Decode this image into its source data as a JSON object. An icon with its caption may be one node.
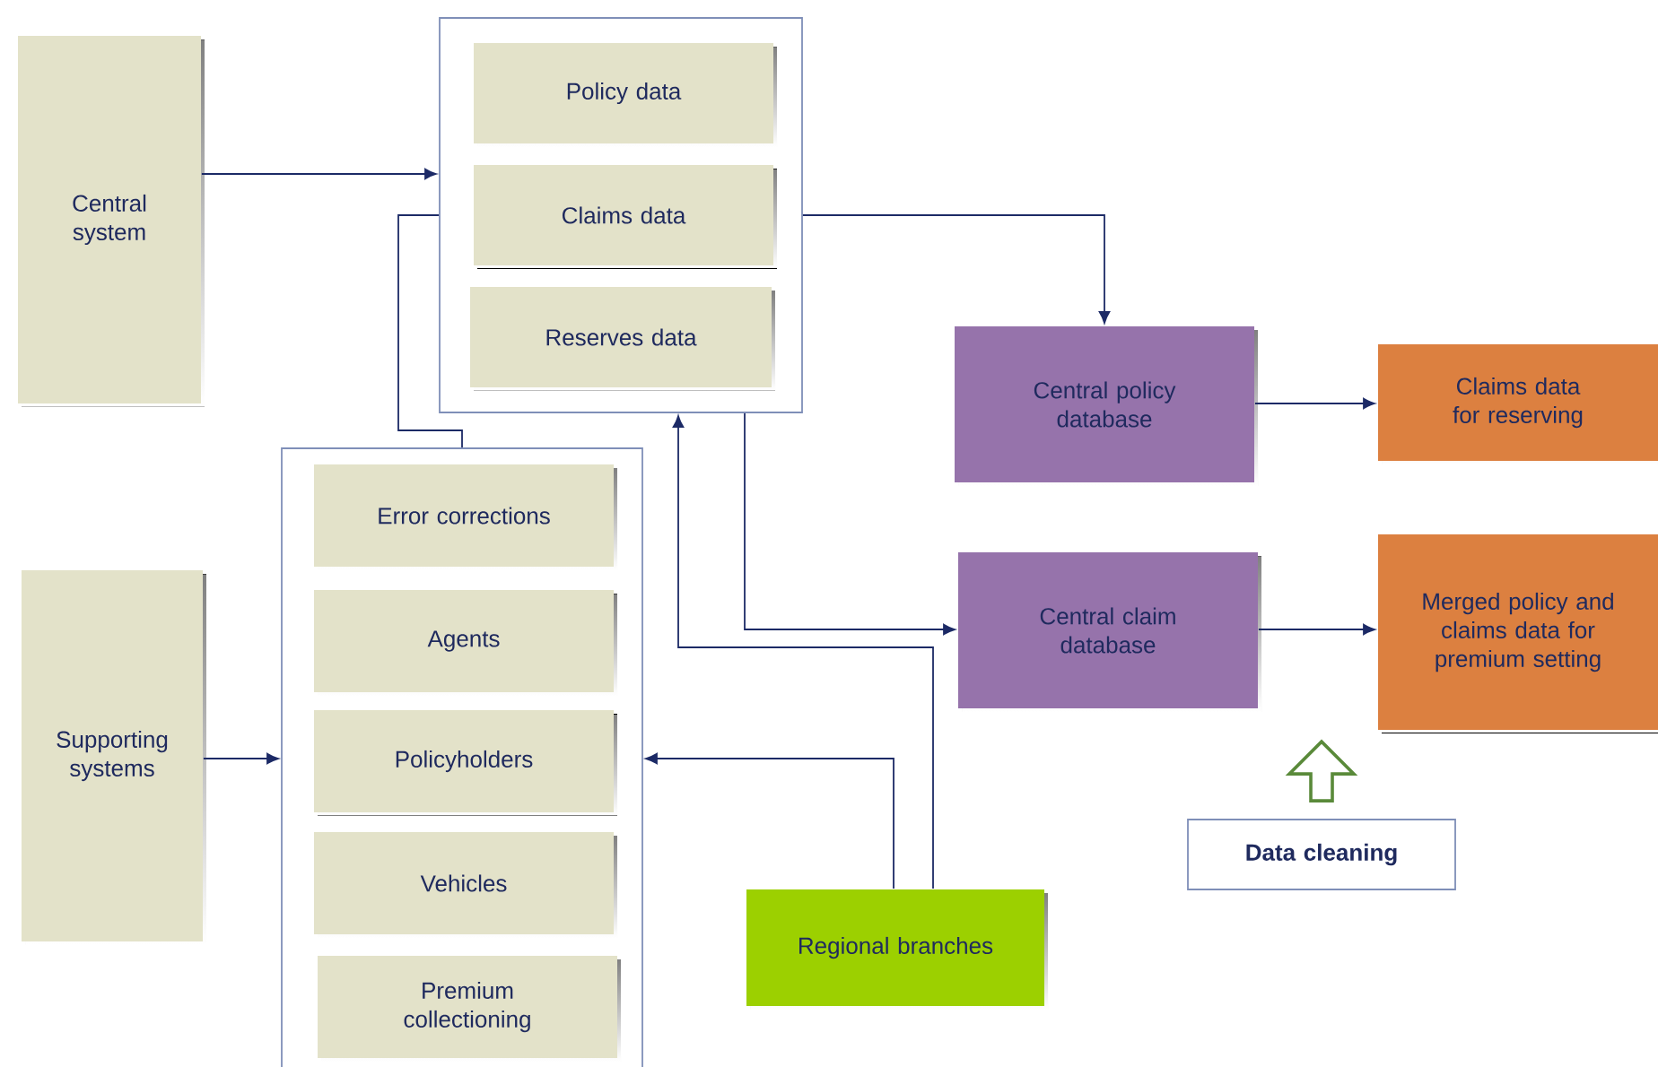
{
  "diagram": {
    "nodes": [
      {
        "text": [
          "Central system"
        ]
      },
      {
        "text": [],
        "shape": "box"
      },
      {
        "text": [
          "Policy data"
        ],
        "in": 1
      },
      {
        "text": [
          "Claims data"
        ],
        "in": 1
      },
      {
        "text": [
          "Reserves data"
        ],
        "in": 1
      },
      {
        "text": [],
        "shape": "box"
      },
      {
        "text": [
          "Error corrections"
        ],
        "in": 5
      },
      {
        "text": [
          "Agents"
        ],
        "in": 5
      },
      {
        "text": [
          "Policyholders"
        ],
        "in": 5
      },
      {
        "text": [
          "Vehicles"
        ],
        "in": 5
      },
      {
        "text": [
          "Premium collectioning"
        ],
        "in": 5
      },
      {
        "text": [
          "Supporting systems"
        ]
      },
      {
        "text": [
          "Central policy database"
        ]
      },
      {
        "text": [
          "Claims data for reserving"
        ]
      },
      {
        "text": [
          "Central claim database"
        ]
      },
      {
        "text": [
          "Merged policy and claims data for premium setting"
        ]
      },
      {
        "text": [
          "Data cleaning"
        ]
      },
      {
        "text": [
          "Regional branches"
        ]
      }
    ],
    "edges": [
      {
        "from": 0,
        "to": 1,
        "arrow": "to"
      },
      {
        "from": 5,
        "to": 1,
        "arrow": "none"
      },
      {
        "from": 1,
        "to": 12,
        "arrow": "to"
      },
      {
        "from": 1,
        "to": 14,
        "arrow": "to"
      },
      {
        "from": 12,
        "to": 13,
        "arrow": "to"
      },
      {
        "from": 14,
        "to": 15,
        "arrow": "to"
      },
      {
        "from": 11,
        "to": 5,
        "arrow": "to"
      },
      {
        "from": 17,
        "to": 5,
        "arrow": "to"
      },
      {
        "from": 17,
        "to": 1,
        "arrow": "to"
      },
      {
        "from": 16,
        "to": null,
        "arrow": "to",
        "style": "thick",
        "color": "#5a8a3a"
      }
    ]
  }
}
